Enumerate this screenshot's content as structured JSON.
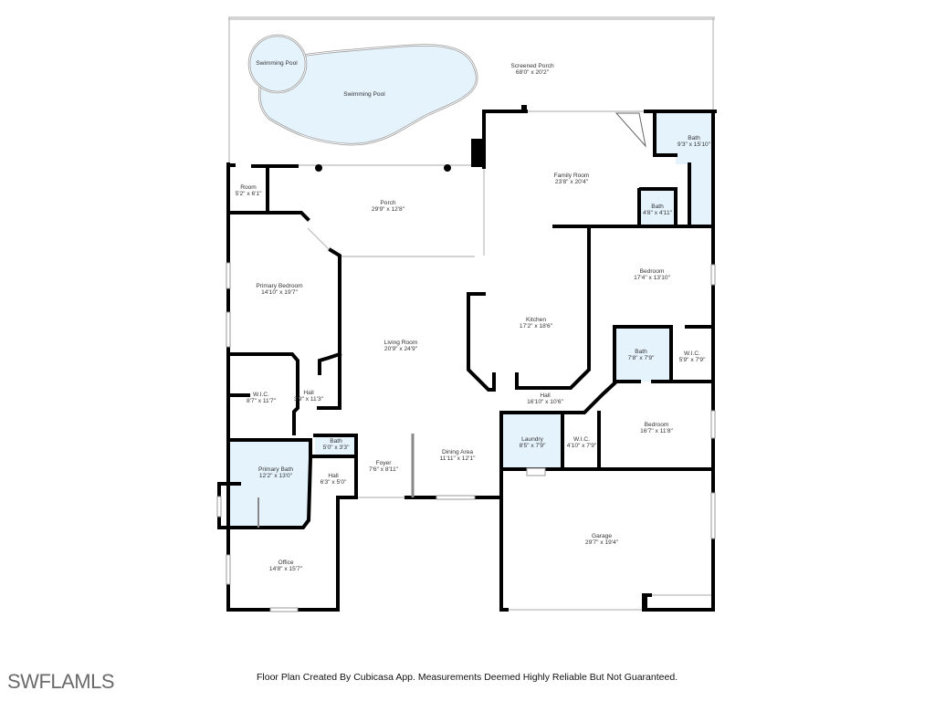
{
  "footer": {
    "logo": "SWFLAMLS",
    "disclaimer": "Floor Plan Created By Cubicasa App. Measurements Deemed Highly Reliable But Not Guaranteed."
  },
  "colors": {
    "wet_area": "#e5f3fc",
    "walls": "#000000"
  },
  "rooms": {
    "pool_small": {
      "name": "Swimming Pool",
      "dims": ""
    },
    "pool": {
      "name": "Swimming Pool",
      "dims": ""
    },
    "screened_porch": {
      "name": "Screened Porch",
      "dims": "68'0\" x 20'2\""
    },
    "room": {
      "name": "Room",
      "dims": "5'2\" x 6'1\""
    },
    "porch": {
      "name": "Porch",
      "dims": "29'9\" x 12'8\""
    },
    "family_room": {
      "name": "Family Room",
      "dims": "23'8\" x 20'4\""
    },
    "bath_1": {
      "name": "Bath",
      "dims": "9'3\" x 15'10\""
    },
    "bath_2": {
      "name": "Bath",
      "dims": "4'8\" x 4'11\""
    },
    "bedroom_1": {
      "name": "Bedroom",
      "dims": "17'4\" x 13'10\""
    },
    "primary_bedroom": {
      "name": "Primary Bedroom",
      "dims": "14'10\" x 19'7\""
    },
    "kitchen": {
      "name": "Kitchen",
      "dims": "17'2\" x 18'6\""
    },
    "living_room": {
      "name": "Living Room",
      "dims": "20'9\" x 24'9\""
    },
    "bath_3": {
      "name": "Bath",
      "dims": "7'8\" x 7'9\""
    },
    "wic_1": {
      "name": "W.I.C.",
      "dims": "5'9\" x 7'9\""
    },
    "wic_2": {
      "name": "W.I.C.",
      "dims": "8'7\" x 11'7\""
    },
    "hall_1": {
      "name": "Hall",
      "dims": "3'9\" x 11'3\""
    },
    "hall_2": {
      "name": "Hall",
      "dims": "16'10\" x 10'6\""
    },
    "bath_4": {
      "name": "Bath",
      "dims": "5'0\" x 3'3\""
    },
    "laundry": {
      "name": "Laundry",
      "dims": "8'5\" x 7'9\""
    },
    "wic_3": {
      "name": "W.I.C.",
      "dims": "4'10\" x 7'9\""
    },
    "bedroom_2": {
      "name": "Bedroom",
      "dims": "16'7\" x 11'8\""
    },
    "primary_bath": {
      "name": "Primary Bath",
      "dims": "12'2\" x 13'0\""
    },
    "foyer": {
      "name": "Foyer",
      "dims": "7'6\" x 8'11\""
    },
    "dining": {
      "name": "Dining Area",
      "dims": "11'11\" x 12'1\""
    },
    "hall_3": {
      "name": "Hall",
      "dims": "6'3\" x 5'0\""
    },
    "garage": {
      "name": "Garage",
      "dims": "29'7\" x 19'4\""
    },
    "office": {
      "name": "Office",
      "dims": "14'8\" x 15'7\""
    }
  }
}
